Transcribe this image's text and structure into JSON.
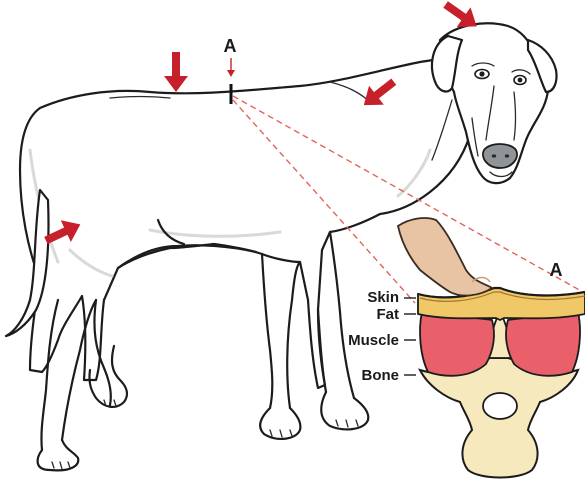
{
  "labels": {
    "point_a_top": "A",
    "point_a_inset": "A",
    "skin": "Skin",
    "fat": "Fat",
    "muscle": "Muscle",
    "bone": "Bone"
  },
  "colors": {
    "arrow": "#c8202b",
    "dashed_line": "#e0655c",
    "fat_layer": "#f0c867",
    "muscle": "#e9606a",
    "bone": "#f7e9be",
    "finger": "#e8c4a4"
  },
  "icons": {
    "pressure_arrow": "red-arrow-icon",
    "palpation": "finger-icon"
  }
}
